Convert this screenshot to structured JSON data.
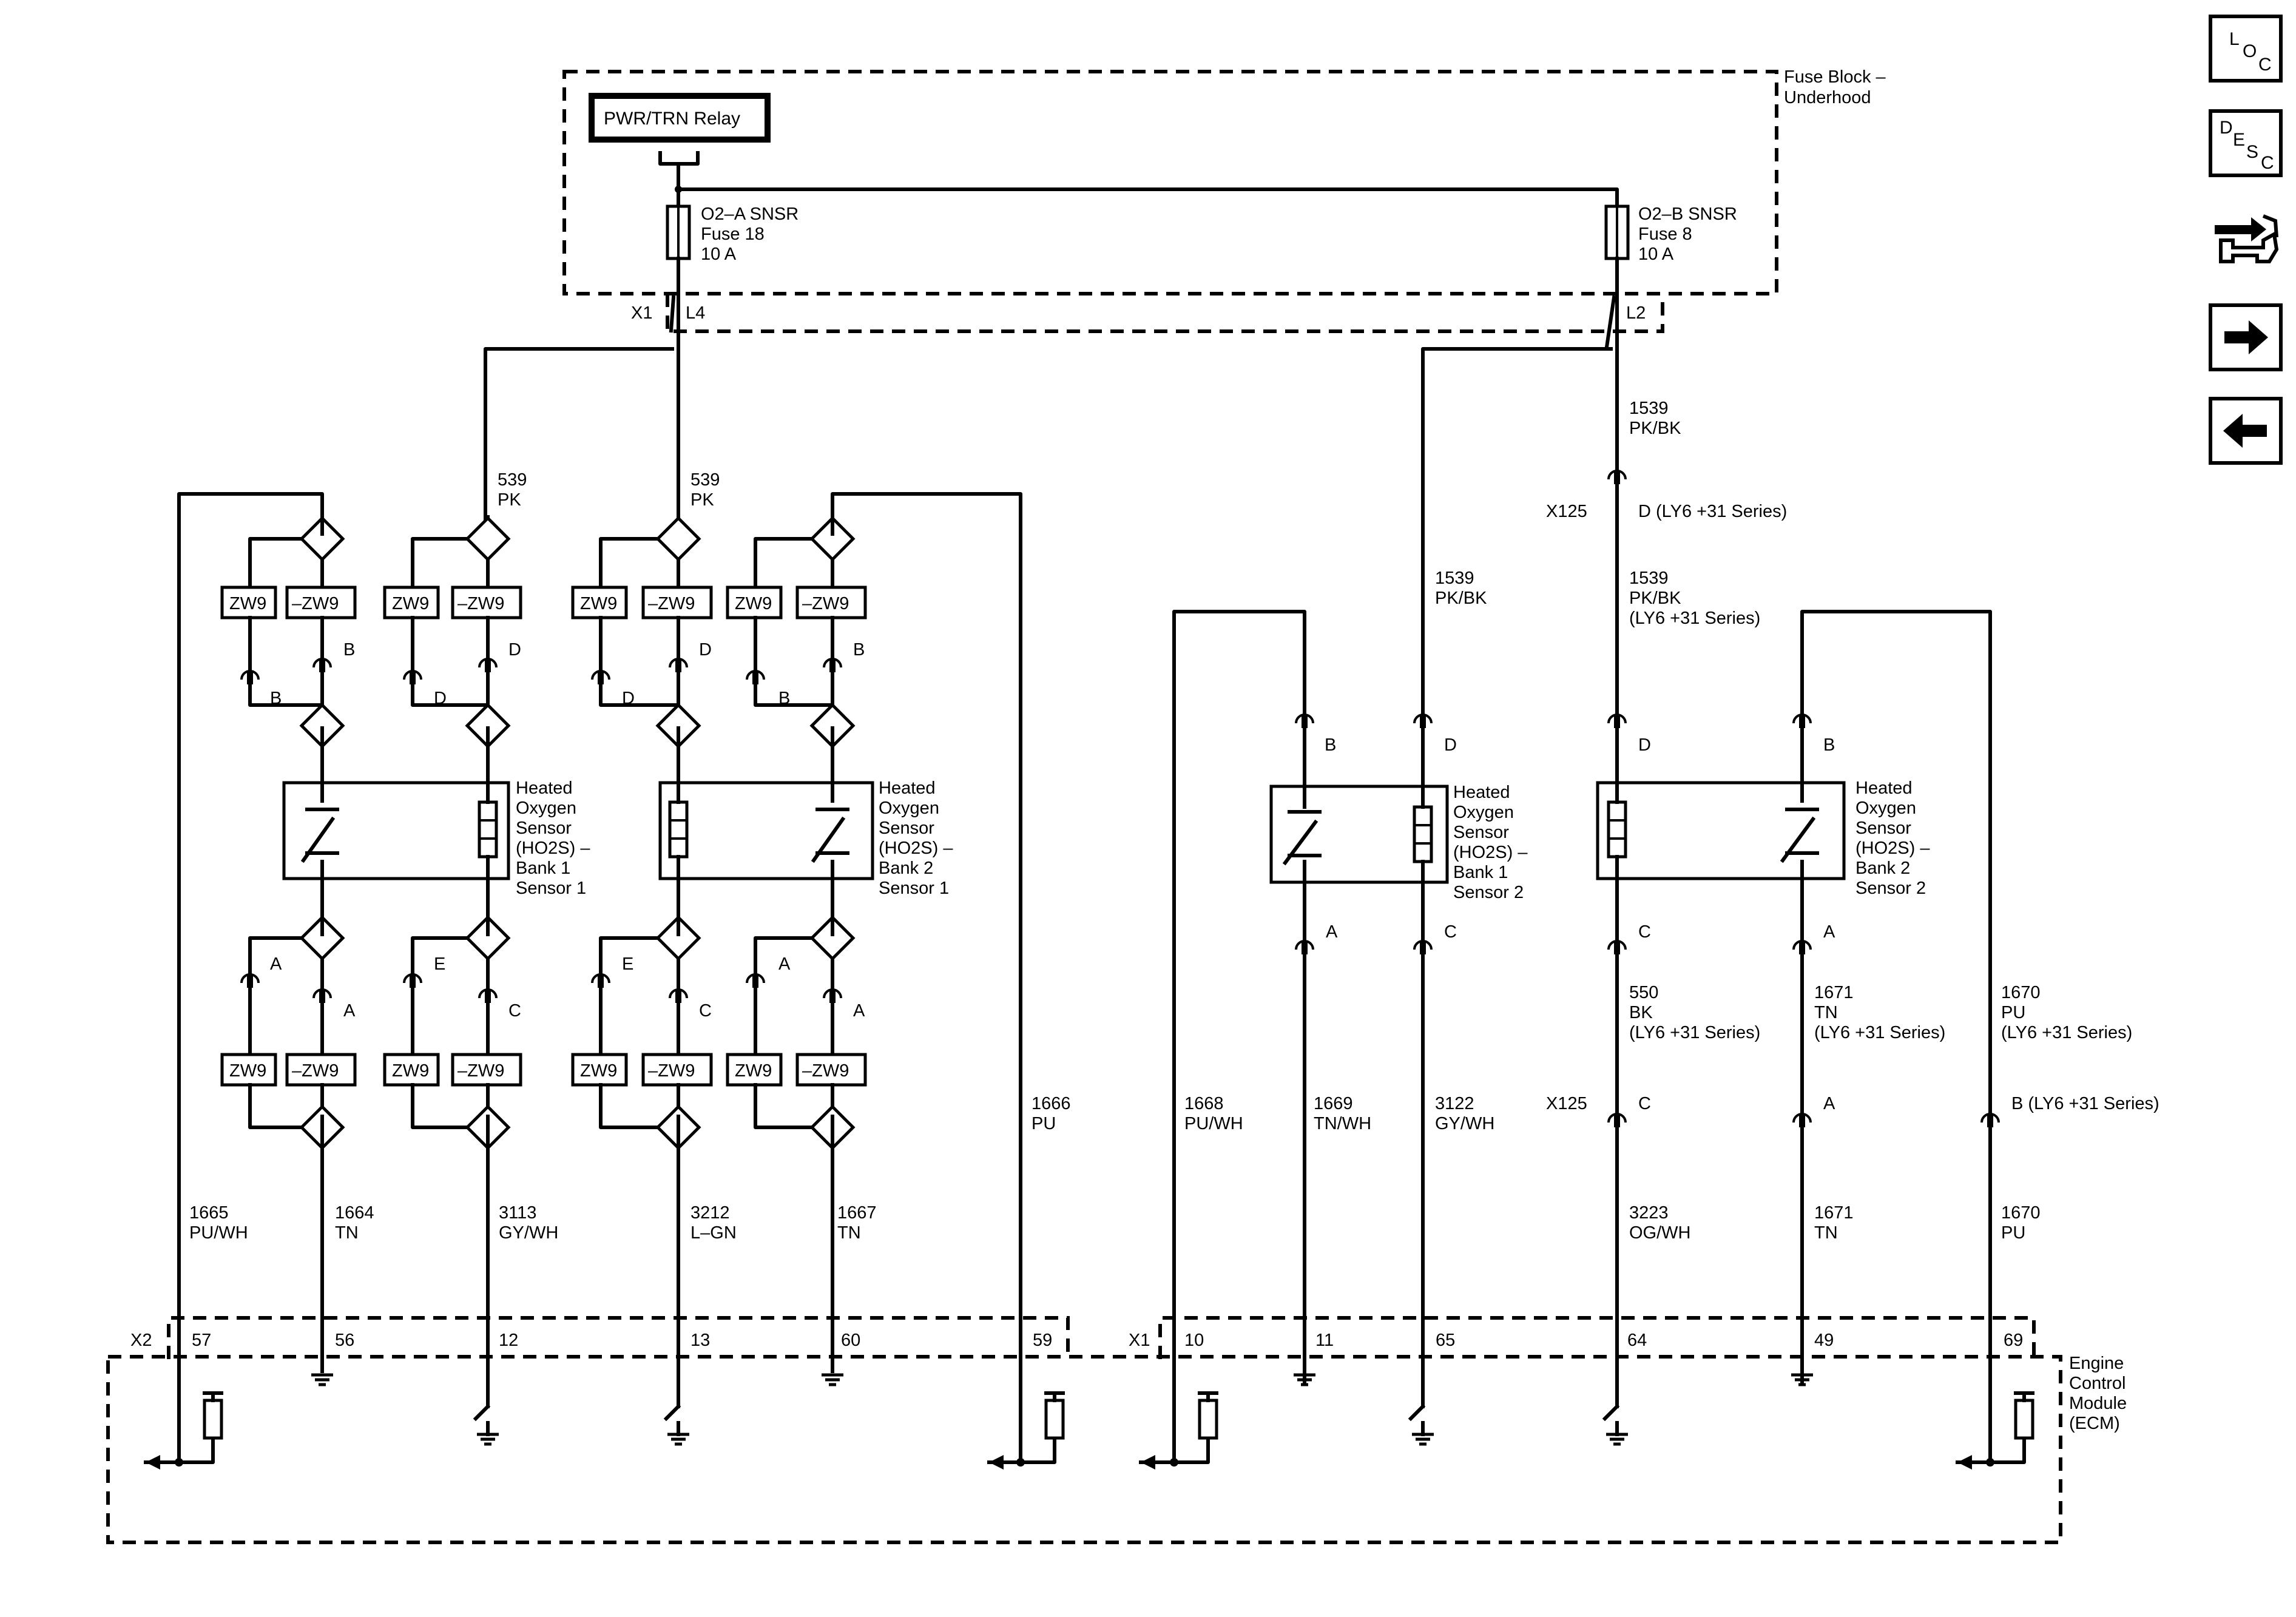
{
  "fuse_block": {
    "title": "Fuse Block –",
    "subtitle": "Underhood",
    "relay": "PWR/TRN Relay",
    "fuse_a": {
      "line1": "O2–A SNSR",
      "line2": "Fuse 18",
      "line3": "10 A"
    },
    "fuse_b": {
      "line1": "O2–B SNSR",
      "line2": "Fuse 8",
      "line3": "10 A"
    },
    "conn_x1": "X1",
    "pin_l4": "L4",
    "pin_l2": "L2"
  },
  "circuits": {
    "c539_a": "539",
    "c539_a_color": "PK",
    "c539_b": "539",
    "c539_b_color": "PK",
    "c1539_a": "1539",
    "c1539_a_color": "PK/BK",
    "c1539_b": "1539",
    "c1539_b_color": "PK/BK",
    "c1539_c": "1539",
    "c1539_c_color": "PK/BK",
    "c1539_c_note": "(LY6 +31 Series)",
    "x125": "X125",
    "x125_d": "D (LY6 +31 Series)",
    "x125_b": "X125",
    "x125_c": "C",
    "x125_a": "A",
    "x125_bb": "B (LY6 +31 Series)",
    "c1666": "1666",
    "c1666_color": "PU",
    "c1668": "1668",
    "c1668_color": "PU/WH",
    "c1669": "1669",
    "c1669_color": "TN/WH",
    "c3122": "3122",
    "c3122_color": "GY/WH",
    "c550": "550",
    "c550_color": "BK",
    "c550_note": "(LY6 +31 Series)",
    "c1671_top": "1671",
    "c1671_top_color": "TN",
    "c1671_top_note": "(LY6 +31 Series)",
    "c1670_top": "1670",
    "c1670_top_color": "PU",
    "c1670_top_note": "(LY6 +31 Series)",
    "c1665": "1665",
    "c1665_color": "PU/WH",
    "c1664": "1664",
    "c1664_color": "TN",
    "c3113": "3113",
    "c3113_color": "GY/WH",
    "c3212": "3212",
    "c3212_color": "L–GN",
    "c1667": "1667",
    "c1667_color": "TN",
    "c3223": "3223",
    "c3223_color": "OG/WH",
    "c1671": "1671",
    "c1671_color": "TN",
    "c1670": "1670",
    "c1670_color": "PU"
  },
  "options": {
    "zw9": "ZW9",
    "not_zw9": "–ZW9"
  },
  "pins": {
    "A": "A",
    "B": "B",
    "C": "C",
    "D": "D",
    "E": "E"
  },
  "sensors": {
    "b1s1": [
      "Heated",
      "Oxygen",
      "Sensor",
      "(HO2S) –",
      "Bank 1",
      "Sensor 1"
    ],
    "b2s1": [
      "Heated",
      "Oxygen",
      "Sensor",
      "(HO2S) –",
      "Bank 2",
      "Sensor 1"
    ],
    "b1s2": [
      "Heated",
      "Oxygen",
      "Sensor",
      "(HO2S) –",
      "Bank 1",
      "Sensor 2"
    ],
    "b2s2": [
      "Heated",
      "Oxygen",
      "Sensor",
      "(HO2S) –",
      "Bank 2",
      "Sensor 2"
    ]
  },
  "ecm": {
    "label": [
      "Engine",
      "Control",
      "Module",
      "(ECM)"
    ],
    "conn_x2": "X2",
    "conn_x1": "X1",
    "x2_pins": [
      "57",
      "56",
      "12",
      "13",
      "60",
      "59"
    ],
    "x1_pins": [
      "10",
      "11",
      "65",
      "64",
      "49",
      "69"
    ]
  },
  "nav": {
    "loc": [
      "L",
      "O",
      "C"
    ],
    "desc": [
      "D",
      "E",
      "S",
      "C"
    ],
    "icons": [
      "connector-swap-icon",
      "arrow-right-icon",
      "arrow-left-icon"
    ]
  }
}
